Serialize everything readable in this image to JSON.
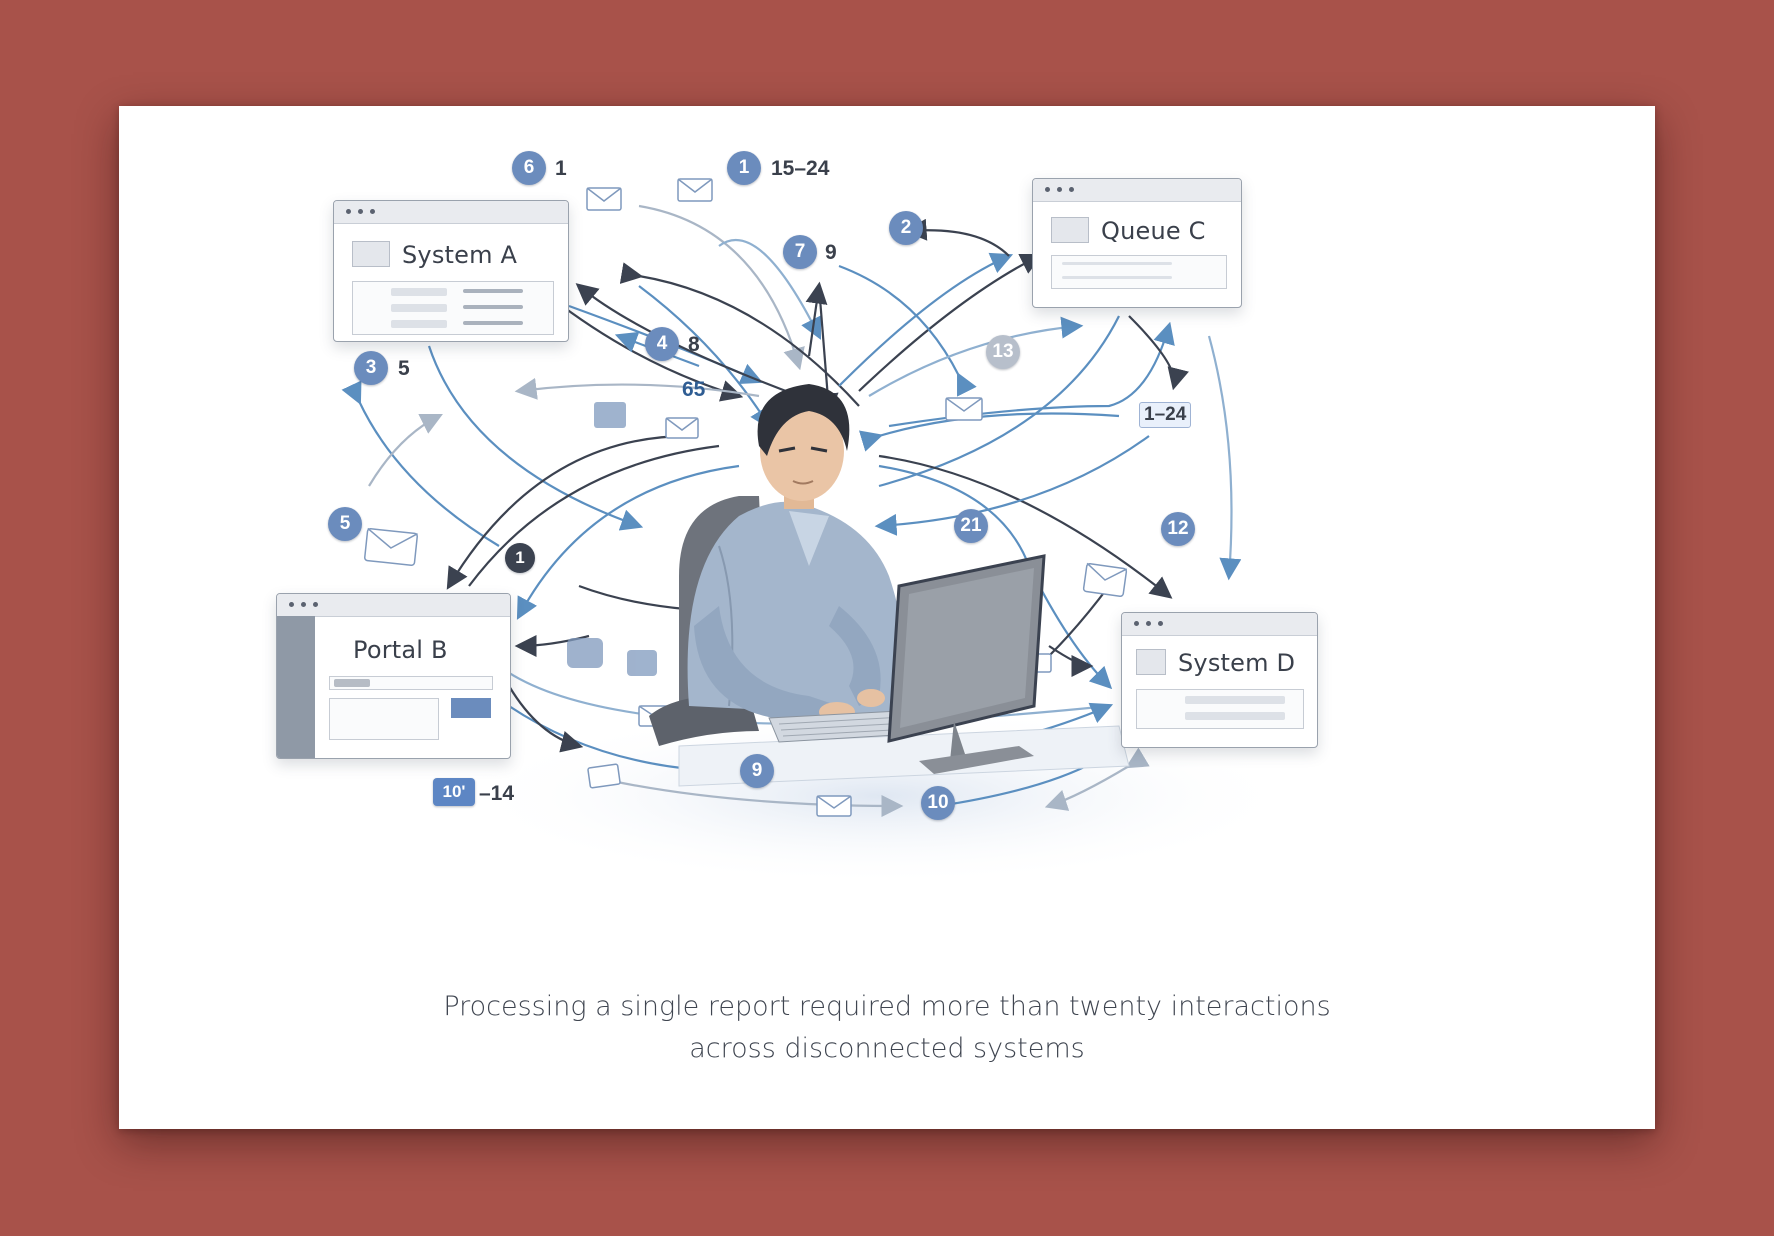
{
  "windows": {
    "system_a": "System A",
    "portal_b": "Portal B",
    "queue_c": "Queue C",
    "system_d": "System D"
  },
  "steps": [
    {
      "num": "6",
      "extra": "1"
    },
    {
      "num": "1",
      "extra": "15–24"
    },
    {
      "num": "7",
      "extra": "9"
    },
    {
      "num": "2",
      "extra": ""
    },
    {
      "num": "4",
      "extra": "8"
    },
    {
      "num": "65",
      "extra": ""
    },
    {
      "num": "3",
      "extra": "5"
    },
    {
      "num": "13",
      "extra": ""
    },
    {
      "num": "1–24",
      "extra": ""
    },
    {
      "num": "5",
      "extra": ""
    },
    {
      "num": "1",
      "extra": ""
    },
    {
      "num": "21",
      "extra": ""
    },
    {
      "num": "12",
      "extra": ""
    },
    {
      "num": "9",
      "extra": ""
    },
    {
      "num": "10",
      "extra": ""
    },
    {
      "num": "10'",
      "extra": "–14"
    }
  ],
  "caption": "Processing a single report required more than twenty interactions across disconnected systems",
  "colors": {
    "background": "#a8524a",
    "card": "#ffffff",
    "badge": "#6b8cbd",
    "arrow_blue": "#5b8fc0",
    "arrow_dark": "#3b4250",
    "arrow_light": "#a9b6c6"
  }
}
